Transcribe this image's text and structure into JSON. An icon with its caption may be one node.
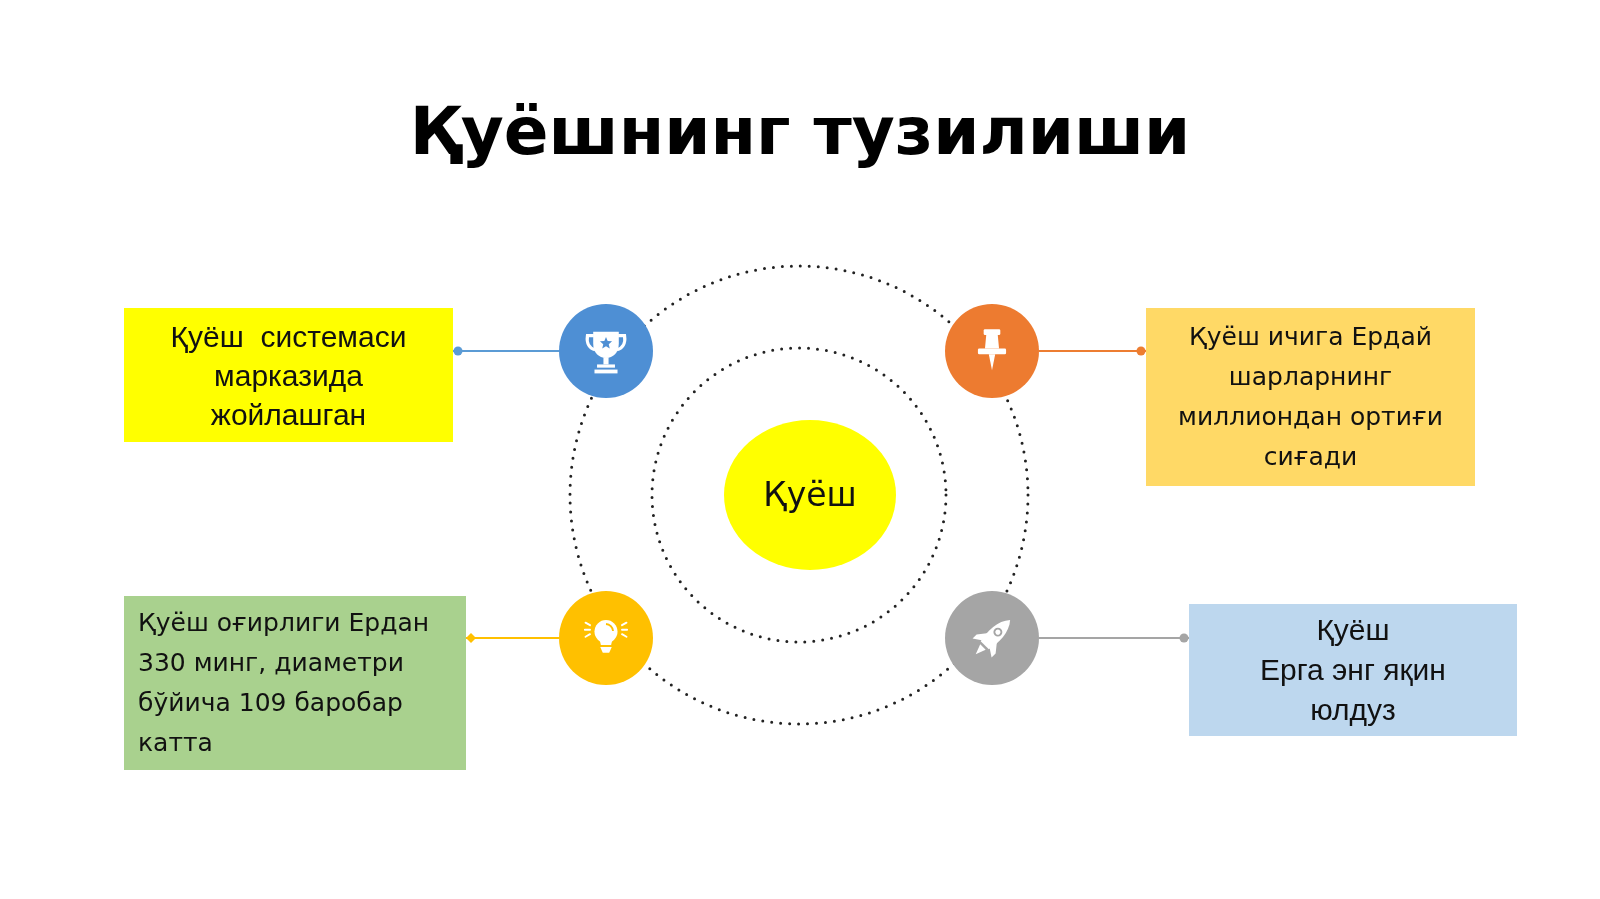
{
  "diagram": {
    "title": "Қуёшнинг тузилиши",
    "nodes": [
      {
        "text": [
          "Қуёш  системаси марказида жойлашган"
        ]
      },
      {
        "text": [],
        "shape": "circle"
      },
      {
        "text": [],
        "shape": "circle"
      },
      {
        "text": [
          "Қуёш ичига Ердай шарларнинг миллиондан ортиғи сиғади"
        ]
      },
      {
        "text": [
          "Қуёш"
        ]
      },
      {
        "text": [
          "Қуёш оғирлиги Ердан 330 минг, диаметри бўйича 109 баробар катта"
        ]
      },
      {
        "text": [],
        "shape": "circle"
      },
      {
        "text": [],
        "shape": "circle"
      },
      {
        "text": [
          "Қуёш",
          "Ерга энг яқин юлдуз"
        ]
      }
    ],
    "edges": [
      {
        "from": 1,
        "to": 0,
        "arrow": "other",
        "color": "#5b9bd5"
      },
      {
        "from": 2,
        "to": 3,
        "arrow": "other",
        "color": "#ed7d31"
      },
      {
        "from": 6,
        "to": 5,
        "arrow": "other",
        "color": "#ffc000"
      },
      {
        "from": 7,
        "to": 8,
        "arrow": "other",
        "color": "#a5a5a5"
      }
    ]
  }
}
